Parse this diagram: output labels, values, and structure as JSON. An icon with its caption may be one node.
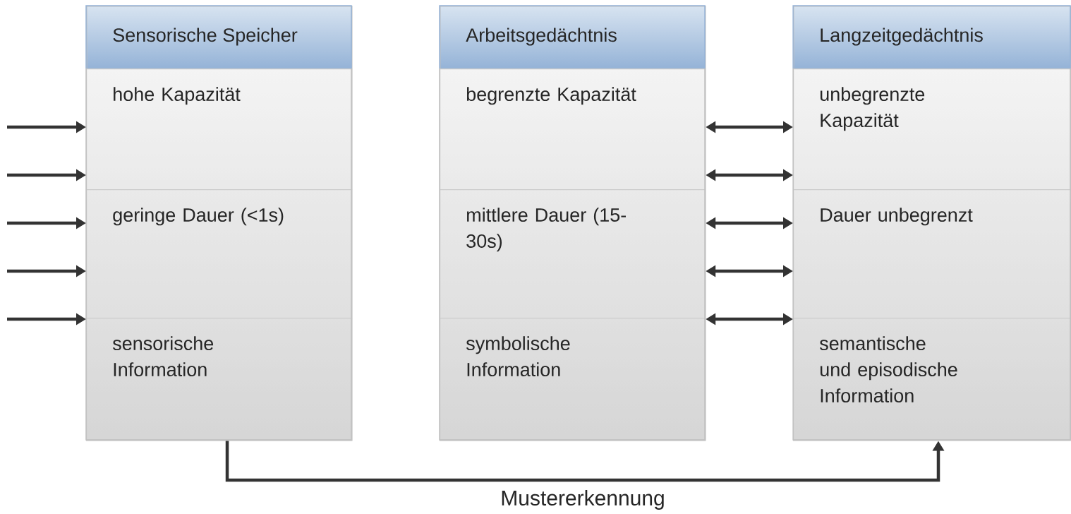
{
  "diagram": {
    "nodes": [
      {
        "text": [
          "Sensorische Speicher"
        ]
      },
      {
        "text": [
          "hohe Kapazität"
        ],
        "in": 0
      },
      {
        "text": [
          "geringe Dauer (<1s)"
        ],
        "in": 0
      },
      {
        "text": [
          "sensorische Information"
        ],
        "in": 0
      },
      {
        "text": [
          "Arbeitsgedächtnis"
        ]
      },
      {
        "text": [
          "begrenzte Kapazität"
        ],
        "in": 4
      },
      {
        "text": [
          "mittlere Dauer (15-30s)"
        ],
        "in": 4
      },
      {
        "text": [
          "symbolische Information"
        ],
        "in": 4
      },
      {
        "text": [
          "Langzeitgedächtnis"
        ]
      },
      {
        "text": [
          "unbegrenzte Kapazität"
        ],
        "in": 8
      },
      {
        "text": [
          "Dauer unbegrenzt"
        ],
        "in": 8
      },
      {
        "text": [
          "semantische und episodische Information"
        ],
        "in": 8
      }
    ],
    "edges": [
      {
        "from": null,
        "to": 1,
        "arrow": "to"
      },
      {
        "from": null,
        "to": 1,
        "arrow": "to"
      },
      {
        "from": null,
        "to": 2,
        "arrow": "to"
      },
      {
        "from": null,
        "to": 2,
        "arrow": "to"
      },
      {
        "from": null,
        "to": 3,
        "arrow": "to"
      },
      {
        "from": 5,
        "to": 9,
        "arrow": "both"
      },
      {
        "from": 5,
        "to": 9,
        "arrow": "both"
      },
      {
        "from": 6,
        "to": 10,
        "arrow": "both"
      },
      {
        "from": 6,
        "to": 10,
        "arrow": "both"
      },
      {
        "from": 7,
        "to": 11,
        "arrow": "both"
      },
      {
        "from": 0,
        "to": 8,
        "label": "Mustererkennung",
        "arrow": "to"
      }
    ]
  }
}
